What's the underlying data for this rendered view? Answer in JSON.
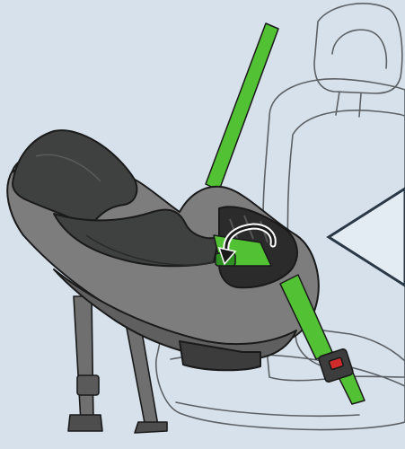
{
  "illustration": {
    "subject": "rear-facing-child-seat-installation-with-vehicle-belt",
    "colors": {
      "background": "#d6e1eb",
      "vehicle_seat_outline": "#5d6166",
      "child_seat_shell": "#7d7d7d",
      "child_seat_shell_shadow": "#5f5f5f",
      "child_seat_padding": "#3f4040",
      "belt": "#52c234",
      "belt_shadow": "#2f8f22",
      "buckle_release": "#d22b2b",
      "callout_fill": "#e3ecf3",
      "callout_stroke": "#2b3845",
      "legs": "#6f6f6f",
      "ink": "#1a1a1a"
    },
    "icons": [
      "vehicle-seat-outline",
      "child-seat",
      "shoulder-belt",
      "lap-belt",
      "belt-routing-arrow-icon",
      "belt-buckle",
      "support-leg",
      "zoom-callout-pointer"
    ]
  }
}
